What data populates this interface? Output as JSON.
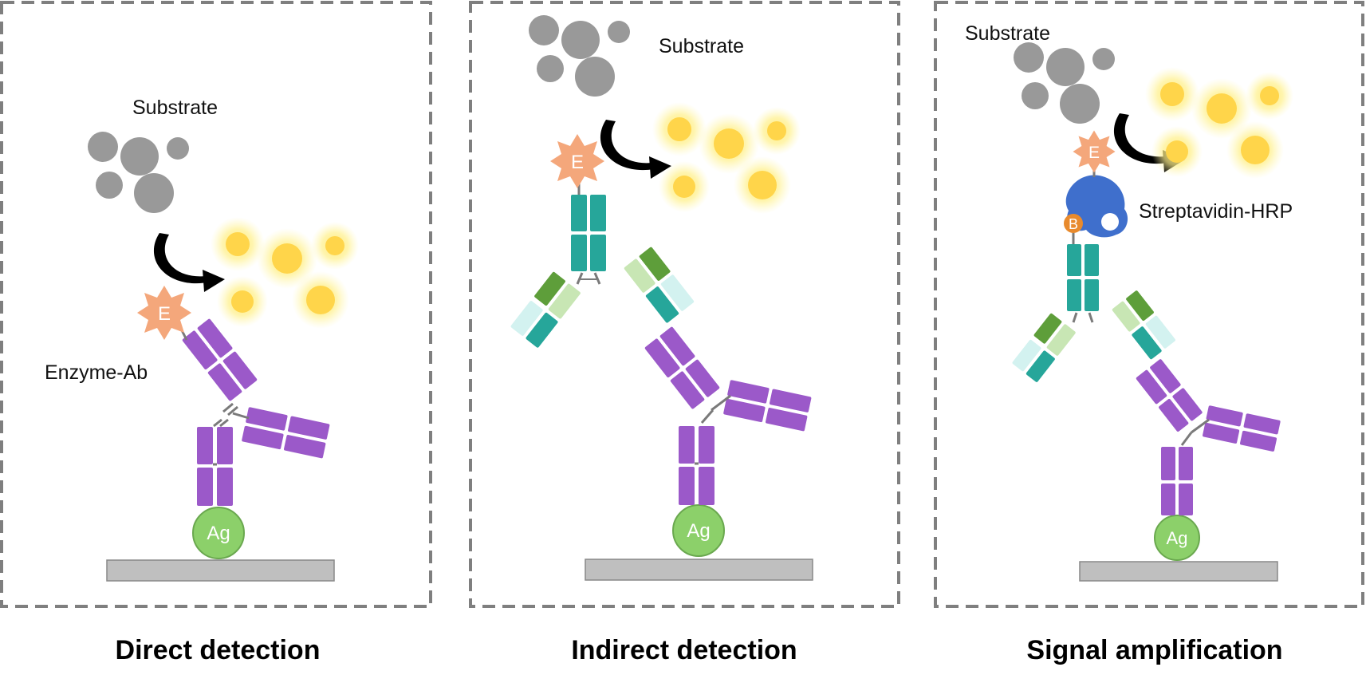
{
  "panels": [
    {
      "caption": "Direct detection",
      "labels": {
        "substrate": "Substrate",
        "conjugate": "Enzyme-Ab"
      },
      "enzyme_chip": "E",
      "antigen_chip": "Ag"
    },
    {
      "caption": "Indirect detection",
      "labels": {
        "substrate": "Substrate"
      },
      "enzyme_chip": "E",
      "antigen_chip": "Ag"
    },
    {
      "caption": "Signal amplification",
      "labels": {
        "substrate": "Substrate",
        "conjugate": "Streptavidin-HRP"
      },
      "enzyme_chip": "E",
      "biotin_chip": "B",
      "antigen_chip": "Ag"
    }
  ],
  "colors": {
    "frame_dash": "#7f7f7f",
    "primary_antibody": "#9b59c9",
    "secondary_heavy": "#26a69a",
    "secondary_light_dark": "#5e9e3a",
    "secondary_light_pale": "#c8e6b4",
    "secondary_light_cyan": "#d3f2f0",
    "hinge": "#7a7a7a",
    "antigen": "#8cd06a",
    "plate": "#bfbfbf",
    "substrate": "#999999",
    "product_glow": "#ffe97a",
    "product_core": "#ffd54a",
    "enzyme": "#f4a77b",
    "streptavidin": "#3f6fcc",
    "biotin": "#e88a2d",
    "arrow": "#000000"
  }
}
